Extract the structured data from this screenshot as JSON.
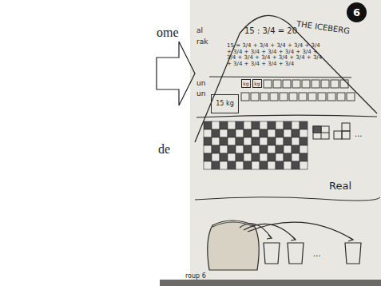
{
  "diagram": {
    "nodes": [
      {
        "text": [
          "15 kg"
        ]
      },
      {
        "text": [
          "kg"
        ]
      },
      {
        "text": [
          "kg"
        ]
      },
      {
        "text": [
          "6"
        ]
      }
    ],
    "labels": [
      "ome",
      "de",
      "al",
      "rak",
      "15 : 3/4 = 20",
      "15 = 3/4 + 3/4 + 3/4 + 3/4 + 3/4 + 3/4 + 3/4 + 3/4 + 3/4 + 3/4 + 3/4 + 3/4 + 3/4 + 3/4 + 3/4 + 3/4 + 3/4 + 3/4 + 3/4 + 3/4",
      "THE ICEBERG",
      "un",
      "un",
      "...",
      "Real",
      "...",
      "roup 6"
    ]
  }
}
